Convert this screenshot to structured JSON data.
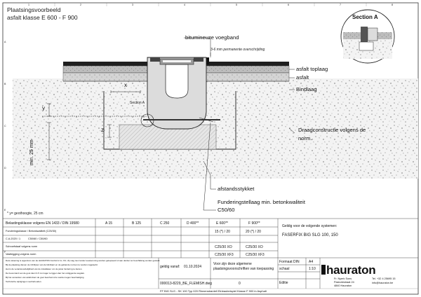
{
  "drawing": {
    "title_line1": "Plaatsingsvoorbeeld",
    "title_line2": "asfalt klasse E 600 - F 900",
    "section_label": "Section A",
    "section_marker": "Section A",
    "grid_letters": [
      "A",
      "B",
      "C",
      "D",
      "E",
      "F"
    ],
    "grid_numbers": [
      "1",
      "2",
      "3",
      "4",
      "5",
      "6",
      "7",
      "8"
    ],
    "callouts": {
      "bitumineuze_voegband": "bitumineuze voegband",
      "voegvulling": "3-6 mm permanente overschrijding",
      "asfalt_toplaag": "asfalt toplaag",
      "asfalt": "asfalt",
      "bindlaag": "Bindlaag",
      "draagconstructie_1": "Draagconstructie volgens de",
      "draagconstructie_2": "norm.",
      "afstandsstykket": "afstandsstykket",
      "fundering_1": "Funderingstellaag min. betonkwaliteit",
      "fundering_2": "C50/60"
    },
    "dimensions": {
      "x": "x",
      "y": "y",
      "z": "z",
      "min": "min. 25 mm"
    },
    "footnote": "* y= geothoogte, 25 cm"
  },
  "title_block": {
    "class_header": "Belastingsklasse volgens EN 1433 / DIN 19580",
    "class_columns": [
      "A 15",
      "B 125",
      "C 250",
      "D 400**",
      "E 600**",
      "F 900**"
    ],
    "row2_label": "Funderingsklasse / Betonkwaliteit (C25/30)",
    "row2_e": "15 (*) / 20",
    "row2_f": "20 (*) / 20",
    "row3_label": "C.A.2020 / 1",
    "row3_sub": "C50/60 / C50/60",
    "row4_label": "Schroefstaaf volgens norm",
    "row4_e": "C25/30 XO",
    "row4_f": "C25/30 XO",
    "row5_label": "Vastlegging volgens norm",
    "row5_e": "C25/30 XF3",
    "row5_f": "C25/30 XF3",
    "validity_header": "Geldig voor de volgende systemen:",
    "validity_system": "FASERFIX BIG SLG 100, 150",
    "notes": [
      "Deze tekening is eigendom van de HAURATON GmbH & Co. KG. Zij mag niet zonder toestemming worden gekopieerd of aan derden ter beschikking worden gesteld.",
      "Bij de plaatsing dienen de richtlijnen van de fabrikant en de geldende normen te worden nageleefd.",
      "Het is de verantwoordelijkheid van de installateur om de juiste fundering te kiezen.",
      "De bovenrand van de goot dient 3-5 mm lager te liggen dan het omliggende wegdek.",
      "Bij het verwerken van asfalt dient de goot beschermd te worden tegen beschadiging.",
      "Technische wijzigingen voorbehouden."
    ],
    "geldig_label": "geldig vanaf:",
    "geldig_date": "01.10.2024",
    "disclaimer_1": "Voor zijn deze algemene",
    "disclaimer_2": "plaatsingsvoorschriften van toepassing",
    "format_label": "Formaat DIN",
    "format_value": "A4",
    "schaal_label": "schaal",
    "schaal_value": "1:10",
    "editie_label": "Editie",
    "file_name": "000013-8229_BE_FLEMISH.dwg",
    "sheet_no": "0",
    "footer": "FF BIG SLG - SK 100 Typ 020 Rinnenstrantell Einbaubeispiel Klasse F 900 in Asphalt",
    "company_address_1": "Fr. Nyerk Sons",
    "company_address_2": "Pastoriestraat 24",
    "company_address_3": "4840 Hauraton",
    "phone": "Tel. +32 4 25695 15",
    "email": "info@hauraton.be",
    "logo": "hauraton"
  }
}
